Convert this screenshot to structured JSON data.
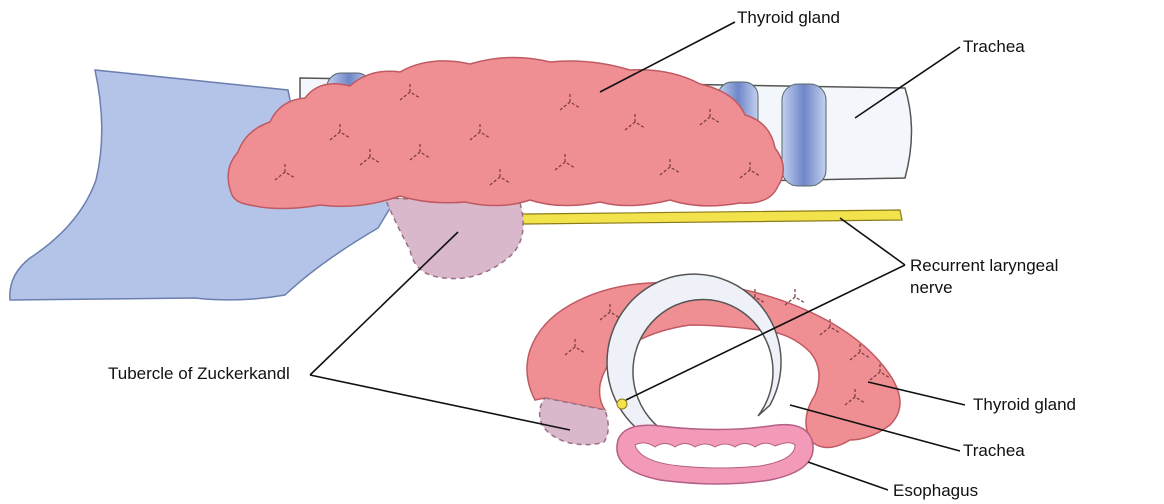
{
  "labels": {
    "thyroid_gland_top": "Thyroid gland",
    "trachea_top": "Trachea",
    "recurrent_laryngeal_nerve_line1": "Recurrent laryngeal",
    "recurrent_laryngeal_nerve_line2": "nerve",
    "tubercle_of_zuckerkandl": "Tubercle of Zuckerkandl",
    "thyroid_gland_cross": "Thyroid gland",
    "trachea_cross": "Trachea",
    "esophagus": "Esophagus"
  },
  "colors": {
    "thyroid": "#ef8f93",
    "thyroid_stroke": "#c05a62",
    "cartilage": "#b3c4e8",
    "cartilage_stroke": "#7f92bf",
    "trachea_ring": "#7e93cf",
    "tubercle": "#d9b8cc",
    "nerve": "#f2e24c",
    "esophagus": "#f29ab8",
    "esophagus_stroke": "#b45f85"
  }
}
